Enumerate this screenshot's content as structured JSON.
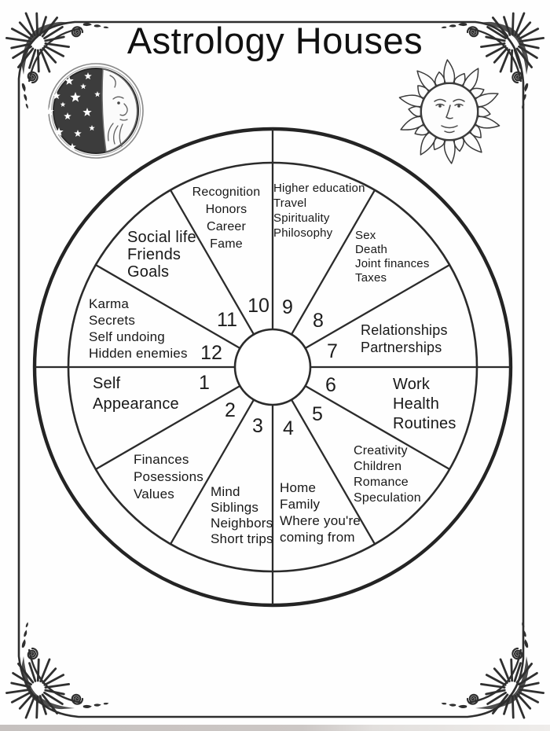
{
  "page_title": "Astrology Houses",
  "wheel": {
    "houses": [
      {
        "number": "1",
        "keywords": "Self\nAppearance"
      },
      {
        "number": "2",
        "keywords": "Finances\nPosessions\nValues"
      },
      {
        "number": "3",
        "keywords": "Mind\nSiblings\nNeighbors\nShort trips"
      },
      {
        "number": "4",
        "keywords": "Home\nFamily\nWhere you're\ncoming from"
      },
      {
        "number": "5",
        "keywords": "Creativity\nChildren\nRomance\nSpeculation"
      },
      {
        "number": "6",
        "keywords": "Work\nHealth\nRoutines"
      },
      {
        "number": "7",
        "keywords": "Relationships\nPartnerships"
      },
      {
        "number": "8",
        "keywords": "Sex\nDeath\nJoint finances\nTaxes"
      },
      {
        "number": "9",
        "keywords": "Higher education\nTravel\nSpirituality\nPhilosophy"
      },
      {
        "number": "10",
        "keywords": "Recognition\nHonors\nCareer\nFame"
      },
      {
        "number": "11",
        "keywords": "Social life\nFriends\nGoals"
      },
      {
        "number": "12",
        "keywords": "Karma\nSecrets\nSelf undoing\nHidden enemies"
      }
    ]
  },
  "decorations": {
    "top_left_icon": "crescent-moon-with-stars",
    "top_right_icon": "sun-with-face",
    "corner_icon": "starburst-with-spirals",
    "ink_color": "#2a2a2a",
    "paper_color": "#ffffff"
  }
}
